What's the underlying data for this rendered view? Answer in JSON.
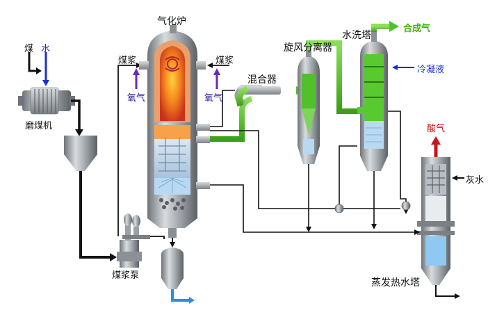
{
  "labels": {
    "coal": "煤",
    "water": "水",
    "coal_mill": "磨煤机",
    "slurry_pump": "煤浆泵",
    "gasifier": "气化炉",
    "slurry_left": "煤浆",
    "slurry_right": "煤浆",
    "oxygen_left": "氧气",
    "oxygen_right": "氧气",
    "mixer": "混合器",
    "cyclone": "旋风分离器",
    "scrubber": "水洗塔",
    "syngas": "合成气",
    "condensate": "冷凝液",
    "acid_gas": "酸气",
    "grey_water": "灰水",
    "evap_tower": "蒸发热水塔"
  },
  "colors": {
    "syngas_green": "#4fc12a",
    "water_blue": "#1a2fd0",
    "oxygen_purple": "#6a2ab8",
    "acid_red": "#c8141e",
    "steel": "#9aa0a6",
    "flame": "#e8501c",
    "liquid_blue": "#8fc8f0",
    "line_black": "#111111"
  }
}
